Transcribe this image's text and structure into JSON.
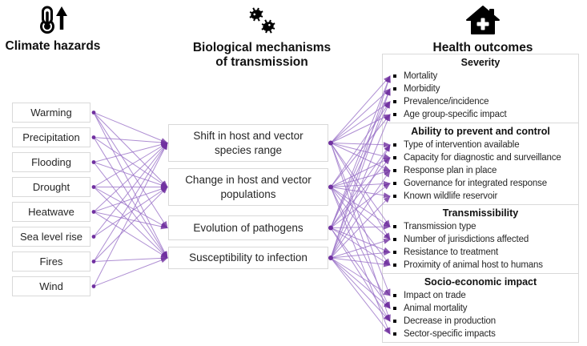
{
  "header": {
    "climate": {
      "title": "Climate hazards",
      "icon": "thermometer-rising-icon"
    },
    "mechanisms": {
      "title": "Biological mechanisms of transmission",
      "icon": "germs-icon"
    },
    "health": {
      "title": "Health outcomes",
      "icon": "house-medical-icon"
    }
  },
  "climate_hazards": [
    "Warming",
    "Precipitation",
    "Flooding",
    "Drought",
    "Heatwave",
    "Sea level rise",
    "Fires",
    "Wind"
  ],
  "mechanisms": [
    "Shift in host and vector species range",
    "Change in host and vector populations",
    "Evolution of pathogens",
    "Susceptibility to infection"
  ],
  "outcomes": {
    "groups": [
      {
        "title": "Severity",
        "items": [
          "Mortality",
          "Morbidity",
          "Prevalence/incidence",
          "Age group-specific impact"
        ]
      },
      {
        "title": "Ability to prevent and control",
        "items": [
          "Type of intervention available",
          "Capacity for diagnostic and surveillance",
          "Response plan in place",
          "Governance for integrated response",
          "Known wildlife reservoir"
        ]
      },
      {
        "title": "Transmissibility",
        "items": [
          "Transmission type",
          "Number of jurisdictions affected",
          "Resistance to treatment",
          "Proximity of animal host to humans"
        ]
      },
      {
        "title": "Socio-economic impact",
        "items": [
          "Impact on trade",
          "Animal mortality",
          "Decrease in production",
          "Sector-specific impacts"
        ]
      }
    ]
  },
  "edges": {
    "left_to_middle": [
      [
        0,
        0
      ],
      [
        0,
        1
      ],
      [
        0,
        2
      ],
      [
        0,
        3
      ],
      [
        1,
        0
      ],
      [
        1,
        1
      ],
      [
        1,
        3
      ],
      [
        2,
        0
      ],
      [
        2,
        1
      ],
      [
        2,
        3
      ],
      [
        3,
        0
      ],
      [
        3,
        1
      ],
      [
        3,
        2
      ],
      [
        3,
        3
      ],
      [
        4,
        0
      ],
      [
        4,
        1
      ],
      [
        4,
        2
      ],
      [
        4,
        3
      ],
      [
        5,
        0
      ],
      [
        5,
        1
      ],
      [
        6,
        0
      ],
      [
        6,
        1
      ],
      [
        6,
        3
      ],
      [
        7,
        0
      ],
      [
        7,
        3
      ]
    ],
    "middle_to_right": [
      [
        0,
        0,
        0
      ],
      [
        0,
        0,
        1
      ],
      [
        0,
        0,
        2
      ],
      [
        0,
        0,
        3
      ],
      [
        0,
        1,
        0
      ],
      [
        0,
        1,
        1
      ],
      [
        0,
        1,
        2
      ],
      [
        0,
        2,
        0
      ],
      [
        0,
        2,
        1
      ],
      [
        0,
        3,
        0
      ],
      [
        0,
        3,
        2
      ],
      [
        1,
        0,
        2
      ],
      [
        1,
        0,
        3
      ],
      [
        1,
        1,
        1
      ],
      [
        1,
        1,
        2
      ],
      [
        1,
        1,
        3
      ],
      [
        1,
        1,
        4
      ],
      [
        1,
        2,
        0
      ],
      [
        1,
        2,
        1
      ],
      [
        1,
        2,
        3
      ],
      [
        1,
        3,
        1
      ],
      [
        1,
        3,
        3
      ],
      [
        2,
        0,
        0
      ],
      [
        2,
        0,
        1
      ],
      [
        2,
        0,
        2
      ],
      [
        2,
        1,
        0
      ],
      [
        2,
        1,
        1
      ],
      [
        2,
        1,
        3
      ],
      [
        2,
        2,
        0
      ],
      [
        2,
        2,
        2
      ],
      [
        2,
        2,
        3
      ],
      [
        2,
        3,
        1
      ],
      [
        2,
        3,
        2
      ],
      [
        3,
        0,
        0
      ],
      [
        3,
        0,
        1
      ],
      [
        3,
        0,
        3
      ],
      [
        3,
        1,
        0
      ],
      [
        3,
        1,
        2
      ],
      [
        3,
        1,
        4
      ],
      [
        3,
        2,
        1
      ],
      [
        3,
        2,
        2
      ],
      [
        3,
        2,
        3
      ],
      [
        3,
        3,
        0
      ],
      [
        3,
        3,
        1
      ],
      [
        3,
        3,
        2
      ],
      [
        3,
        3,
        3
      ]
    ]
  },
  "colors": {
    "accent": "#7030a0",
    "line": "#9a72c8",
    "box_border": "#d9d9d9",
    "text": "#1a1a1a"
  }
}
